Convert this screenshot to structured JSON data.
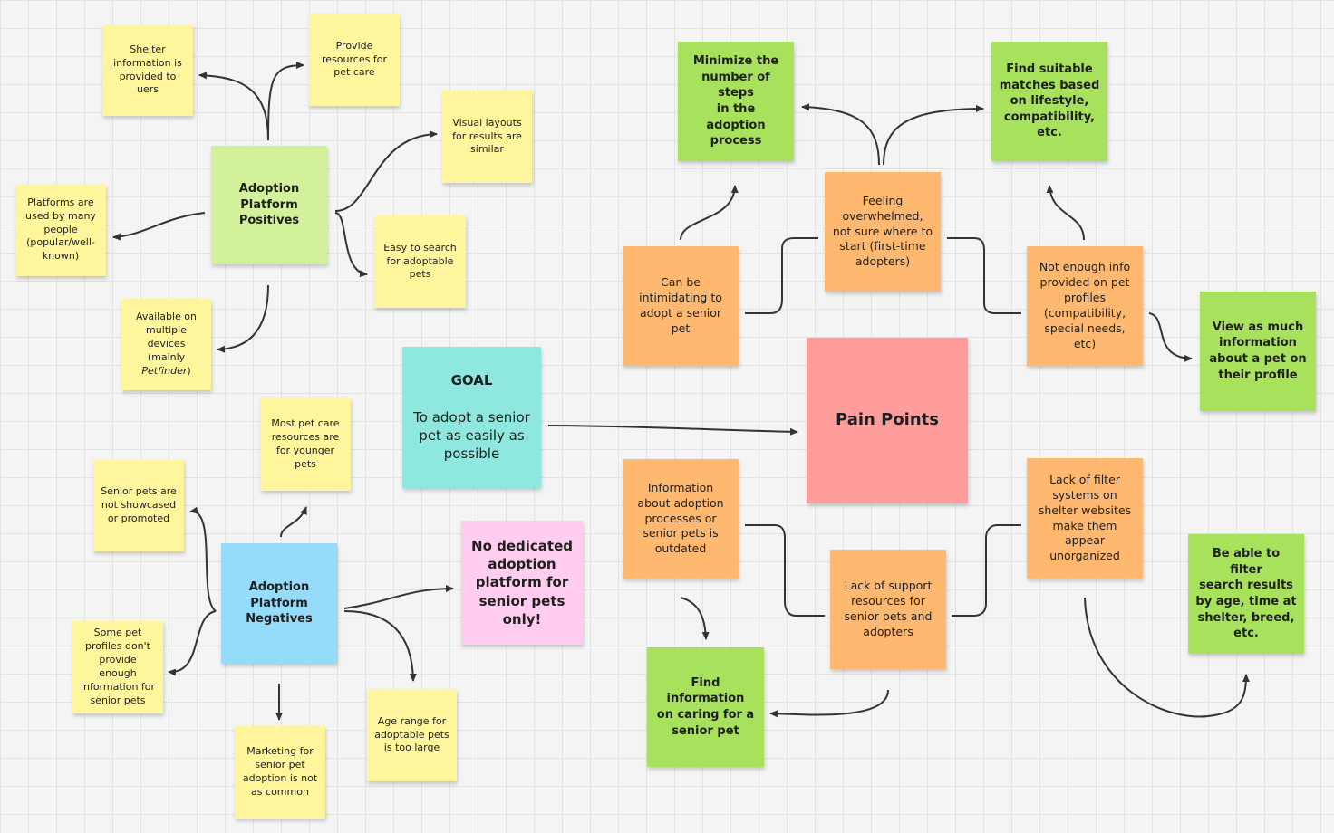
{
  "colors": {
    "yellow": "#fff59c",
    "light_green": "#d3f09a",
    "green": "#a8e25d",
    "orange": "#ffb870",
    "teal": "#8fe8df",
    "blue": "#94dcf9",
    "pink": "#ffcdf0",
    "red": "#ff9d9d",
    "arrow": "#333333"
  },
  "goal": {
    "title": "GOAL",
    "text": "To adopt a senior pet as easily as possible"
  },
  "pain_points": {
    "title": "Pain Points"
  },
  "positives": {
    "title": "Adoption\nPlatform\nPositives",
    "notes": [
      "Shelter\ninformation is\nprovided to\nuers",
      "Provide\nresources for\npet care",
      "Visual layouts\nfor results are\nsimilar",
      "Easy to search\nfor adoptable\npets",
      "Platforms are\nused by many\npeople\n(popular/well-\nknown)"
    ],
    "devices_note": {
      "text": "Available on\nmultiple\ndevices (mainly\n",
      "italic": "Petfinder",
      "suffix": ")"
    }
  },
  "negatives": {
    "title": "Adoption\nPlatform\nNegatives",
    "notes": [
      "Most pet care\nresources are\nfor younger\npets",
      "Senior pets are\nnot showcased\nor promoted",
      "Some pet\nprofiles don't\nprovide enough\ninformation for\nsenior pets",
      "Marketing for\nsenior pet\nadoption is not\nas common",
      "Age range for\nadoptable pets\nis too large"
    ],
    "conclusion": "No dedicated\nadoption\nplatform for\nsenior pets\nonly!"
  },
  "pain_notes": [
    "Can be\nintimidating to\nadopt a senior\npet",
    "Feeling\noverwhelmed,\nnot sure where to\nstart (first-time\nadopters)",
    "Not enough info\nprovided on pet\nprofiles\n(compatibility,\nspecial needs,\netc)",
    "Information\nabout adoption\nprocesses or\nsenior pets is\noutdated",
    "Lack of support\nresources for\nsenior pets and\nadopters",
    "Lack of filter\nsystems on\nshelter websites\nmake them\nappear\nunorganized"
  ],
  "solutions": [
    "Minimize the\nnumber of steps\nin the adoption\nprocess",
    "Find suitable\nmatches based\non lifestyle,\ncompatibility,\netc.",
    "View as much\ninformation\nabout a pet on\ntheir profile",
    "Find information\non caring for a\nsenior pet",
    "Be able to filter\nsearch results\nby age, time at\nshelter, breed,\netc."
  ]
}
